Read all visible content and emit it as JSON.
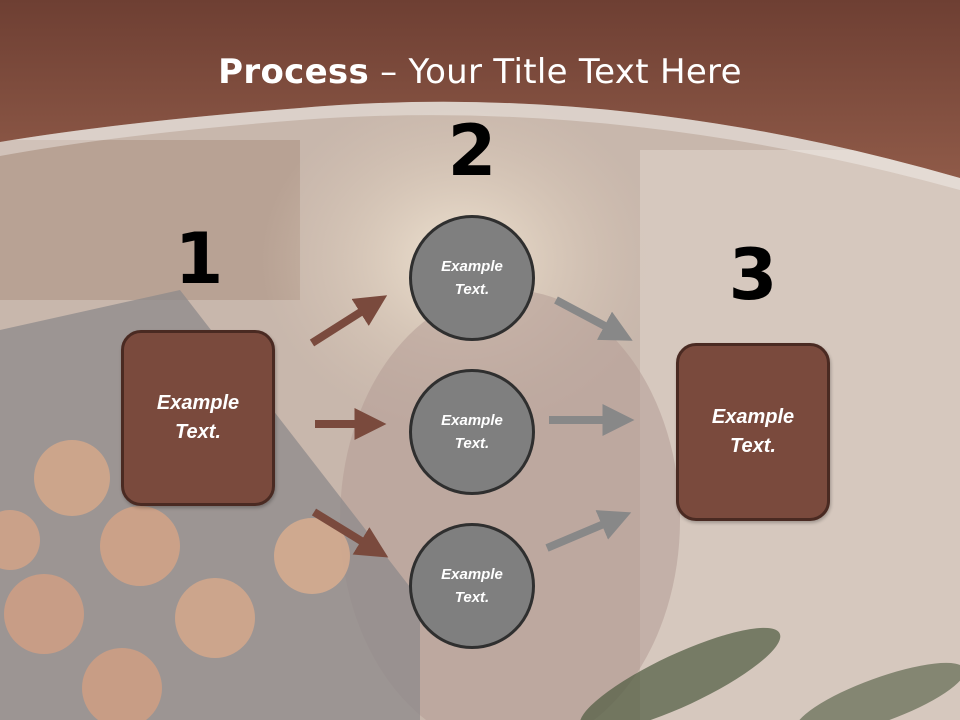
{
  "title": {
    "bold": "Process",
    "rest": " – Your Title Text Here"
  },
  "numbers": [
    "1",
    "2",
    "3"
  ],
  "step1_box": "Example\nText.",
  "step2_circles": [
    "Example\nText.",
    "Example\nText.",
    "Example\nText."
  ],
  "step3_box": "Example\nText.",
  "colors": {
    "header": "#7a4a3d",
    "box_fill": "#7a4a3d",
    "circle_fill": "#7f7f7f",
    "arrow_brown": "#7a4a3d",
    "arrow_gray": "#888888"
  }
}
